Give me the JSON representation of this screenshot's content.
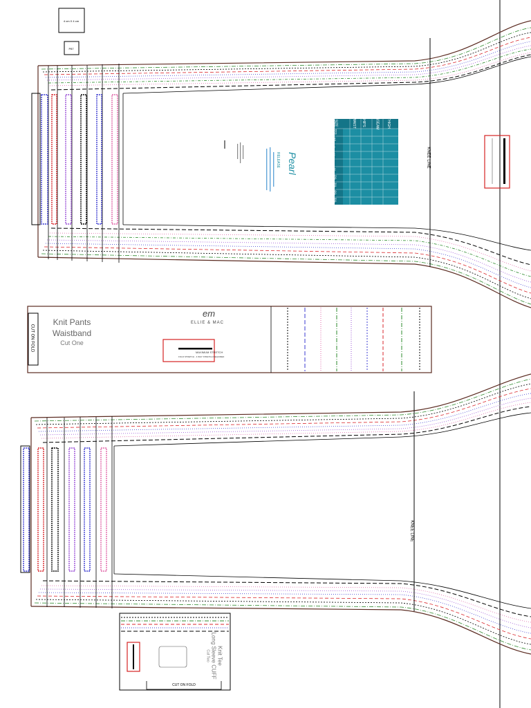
{
  "header": {
    "scale_box_label": "4 cm X 4 cm",
    "page_box_label": "P87"
  },
  "leg_top": {
    "knee_label": "KNEE LINE"
  },
  "leg_bottom": {
    "knee_label": "KNEE LINE"
  },
  "size_chart": {
    "brand_script": "Pearl",
    "brand_caption": "RELEASE",
    "col_headers": [
      "SIZE",
      "WAIST",
      "HIPS",
      "INSEAM",
      "THIGH"
    ],
    "sizes": [
      "XXS",
      "XS",
      "S",
      "M",
      "L",
      "XL",
      "2XL",
      "3XL",
      "4XL",
      "5XL",
      "6XL"
    ]
  },
  "waistband": {
    "fold_label": "CUT ON FOLD",
    "title_line1": "Knit Pants",
    "title_line2": "Waistband",
    "cut_instruction": "Cut One",
    "logo_script": "em",
    "logo_text": "ELLIE & MAC",
    "stretch_label": "MAXIMUM STRETCH",
    "stretch_note": "FOLD STRETCH · 4 WAY STRETCH REQUIRED"
  },
  "tee_cuff": {
    "fold_label": "CUT ON FOLD",
    "title_line1": "Knit Tee",
    "title_line2": "Long Sleeve CUFF",
    "cut_instruction": "Cut Two"
  },
  "colors": {
    "outline": "#5a2a20",
    "teal": "#1c8ea3",
    "red_box": "#d62222",
    "size_lines": [
      "#000000",
      "#2e8b2e",
      "#d9262b",
      "#3a3ad0",
      "#9a4fd6",
      "#e066a8",
      "#7a7a7a",
      "#1a1a1a"
    ]
  }
}
